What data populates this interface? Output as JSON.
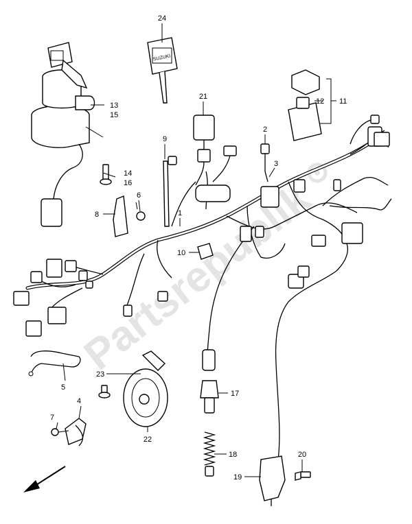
{
  "watermark": "Partsrepublik",
  "callouts": [
    {
      "id": "c24",
      "label": "24"
    },
    {
      "id": "c13",
      "label": "13"
    },
    {
      "id": "c15",
      "label": "15"
    },
    {
      "id": "c12",
      "label": "12"
    },
    {
      "id": "c11",
      "label": "11"
    },
    {
      "id": "c21",
      "label": "21"
    },
    {
      "id": "c2",
      "label": "2"
    },
    {
      "id": "c9",
      "label": "9"
    },
    {
      "id": "c3",
      "label": "3"
    },
    {
      "id": "c14",
      "label": "14"
    },
    {
      "id": "c16",
      "label": "16"
    },
    {
      "id": "c6",
      "label": "6"
    },
    {
      "id": "c1",
      "label": "1"
    },
    {
      "id": "c8",
      "label": "8"
    },
    {
      "id": "c10",
      "label": "10"
    },
    {
      "id": "c5",
      "label": "5"
    },
    {
      "id": "c23",
      "label": "23"
    },
    {
      "id": "c17",
      "label": "17"
    },
    {
      "id": "c4",
      "label": "4"
    },
    {
      "id": "c7",
      "label": "7"
    },
    {
      "id": "c22",
      "label": "22"
    },
    {
      "id": "c18",
      "label": "18"
    },
    {
      "id": "c20",
      "label": "20"
    },
    {
      "id": "c19",
      "label": "19"
    }
  ],
  "key_tag_text": "SUZUKI",
  "icons": {
    "front_arrow": "direction-arrow-icon",
    "gear": "gear-icon"
  }
}
